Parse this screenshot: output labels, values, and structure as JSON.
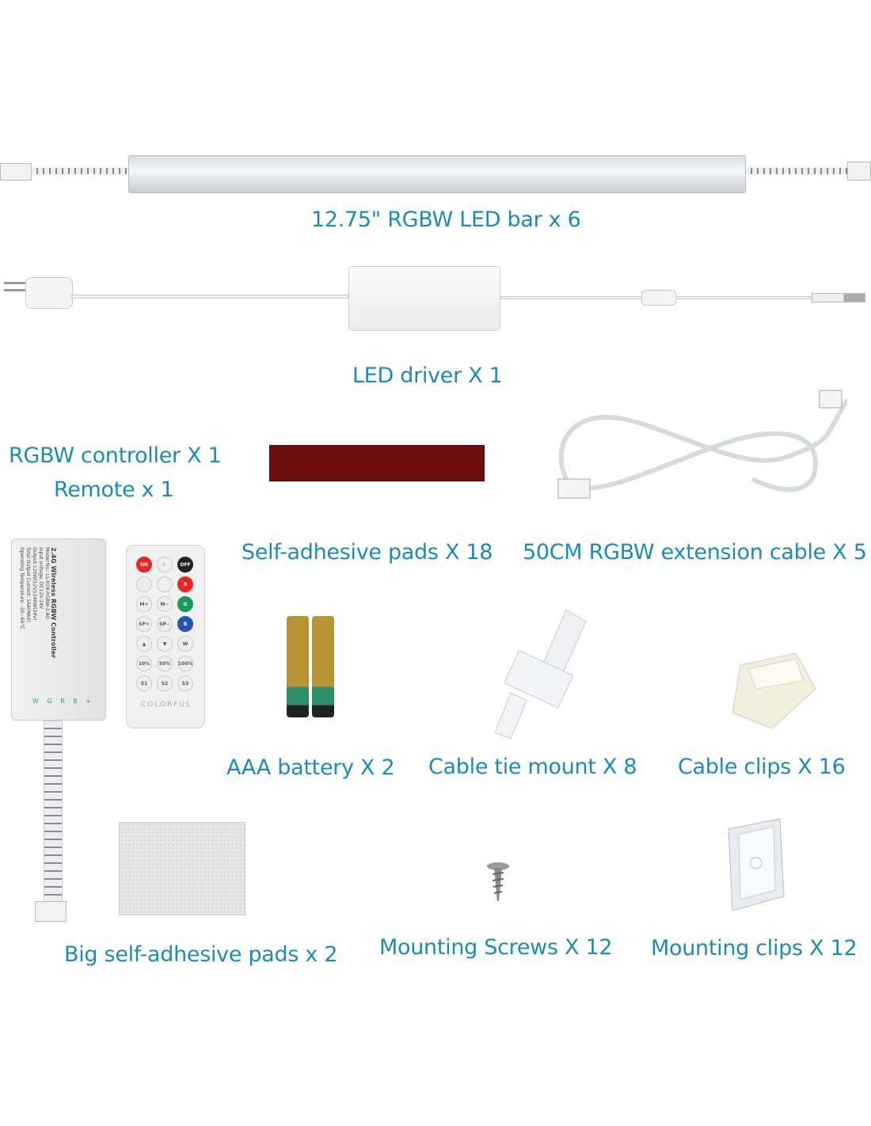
{
  "items": {
    "led_bar": "12.75\" RGBW LED bar x 6",
    "led_driver": "LED driver X 1",
    "controller": "RGBW controller  X 1",
    "remote": "Remote x 1",
    "adhesive_pads": "Self-adhesive pads X 18",
    "extension_cable": "50CM RGBW extension cable X 5",
    "battery": "AAA battery X 2",
    "cable_tie": "Cable tie mount X 8",
    "cable_clips": "Cable clips X 16",
    "big_pads": "Big self-adhesive pads x 2",
    "screws": "Mounting Screws X 12",
    "mounting_clips": "Mounting clips X 12"
  },
  "controller_print": {
    "title": "2.4G Wireless RGBW Controller",
    "model": "Model No.: LL-028-RGBW-2.4G",
    "input": "Input voltage: DC12V-24V",
    "output": "Output:120W(12V)/240W(24V)",
    "current": "Total Output Current: 16A(MAX)",
    "temp": "Operating Temperature: -20~60°C",
    "pins": "W G R B +"
  },
  "remote_print": {
    "buttons": [
      "ON",
      "☾",
      "OFF",
      "",
      "",
      "R",
      "M+",
      "M−",
      "G",
      "SP+",
      "SP−",
      "B",
      "▲",
      "▼",
      "W",
      "10%",
      "50%",
      "100%",
      "S1",
      "S2",
      "S3"
    ],
    "brand": "COLORFUL"
  },
  "colors": {
    "label": "#1b8bbb",
    "pad": "#6e0f0f"
  }
}
